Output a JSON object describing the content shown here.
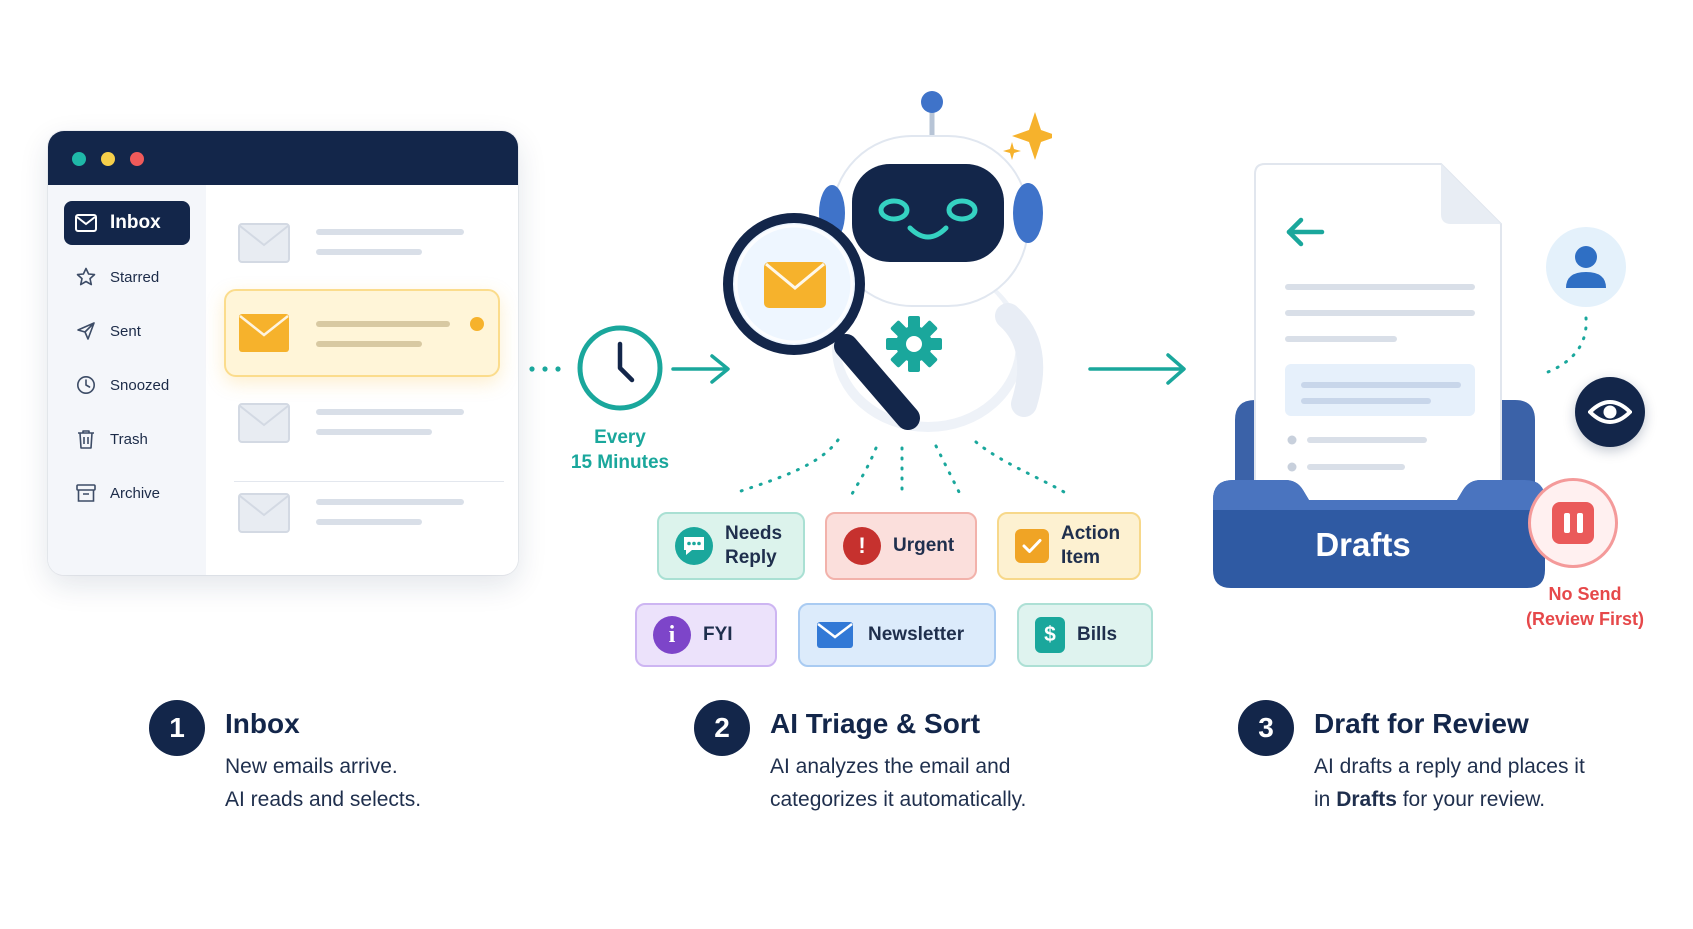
{
  "inbox_window": {
    "nav": [
      {
        "label": "Inbox",
        "icon": "mail-icon",
        "active": true
      },
      {
        "label": "Starred",
        "icon": "star-icon"
      },
      {
        "label": "Sent",
        "icon": "send-icon"
      },
      {
        "label": "Snoozed",
        "icon": "clock-icon"
      },
      {
        "label": "Trash",
        "icon": "trash-icon"
      },
      {
        "label": "Archive",
        "icon": "archive-icon"
      }
    ]
  },
  "schedule": {
    "line1": "Every",
    "line2": "15 Minutes"
  },
  "categories": [
    {
      "line1": "Needs",
      "line2": "Reply",
      "icon": "chat-bubble-icon",
      "color": "#1aa79c",
      "bg": "#dcf3ec"
    },
    {
      "line1": "Urgent",
      "line2": "",
      "icon": "alert-icon",
      "color": "#c6312e",
      "bg": "#fbdfdc"
    },
    {
      "line1": "Action",
      "line2": "Item",
      "icon": "checkbox-icon",
      "color": "#f0a425",
      "bg": "#fdf1d1"
    },
    {
      "line1": "FYI",
      "line2": "",
      "icon": "info-icon",
      "color": "#7d45c9",
      "bg": "#ece2fb"
    },
    {
      "line1": "Newsletter",
      "line2": "",
      "icon": "envelope-icon",
      "color": "#3279d6",
      "bg": "#dcebfb"
    },
    {
      "line1": "Bills",
      "line2": "",
      "icon": "dollar-icon",
      "color": "#1aa79c",
      "bg": "#dff3ef"
    }
  ],
  "drafts": {
    "label": "Drafts",
    "no_send_line1": "No Send",
    "no_send_line2": "(Review First)"
  },
  "steps": [
    {
      "number": "1",
      "title": "Inbox",
      "desc_line1": "New emails arrive.",
      "desc_line2": "AI reads and selects."
    },
    {
      "number": "2",
      "title": "AI Triage & Sort",
      "desc_line1": "AI analyzes the email and",
      "desc_line2": "categorizes it automatically."
    },
    {
      "number": "3",
      "title": "Draft for Review",
      "desc_line1": "AI drafts a reply and places it",
      "desc_line2_pre": "in ",
      "desc_line2_bold": "Drafts",
      "desc_line2_post": " for your review."
    }
  ],
  "colors": {
    "navy": "#13264a",
    "teal": "#1aa79c",
    "amber": "#f6b22c",
    "red": "#e6484a"
  }
}
